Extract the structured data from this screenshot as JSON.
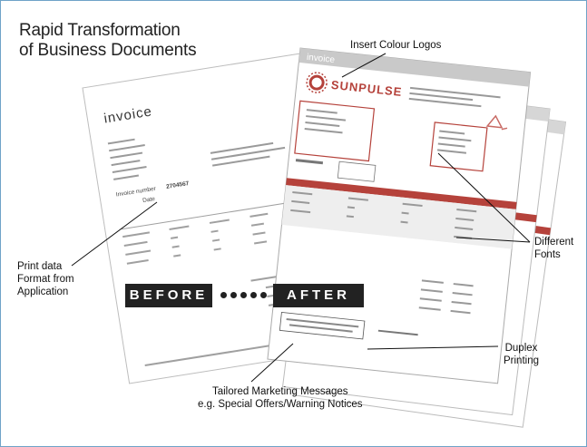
{
  "title": {
    "line1": "Rapid Transformation",
    "line2": "of Business Documents"
  },
  "callouts": {
    "logos": "Insert Colour Logos",
    "fonts": [
      "Different",
      "Fonts"
    ],
    "print": [
      "Print data",
      "Format from",
      "Application"
    ],
    "duplex": [
      "Duplex",
      "Printing"
    ],
    "marketing": [
      "Tailored Marketing Messages",
      "e.g. Special Offers/Warning Notices"
    ]
  },
  "before_label": "BEFORE",
  "after_label": "AFTER",
  "before_doc": {
    "heading": "invoice",
    "invoice_label": "Invoice number",
    "invoice_number": "2704567",
    "date_label": "Date"
  },
  "after_doc": {
    "tab": "invoice",
    "brand": "SUNPULSE"
  },
  "colors": {
    "accent": "#b5423b",
    "frame_border": "#6fa3c8",
    "tab": "#c9c9c9",
    "badge": "#222222"
  }
}
